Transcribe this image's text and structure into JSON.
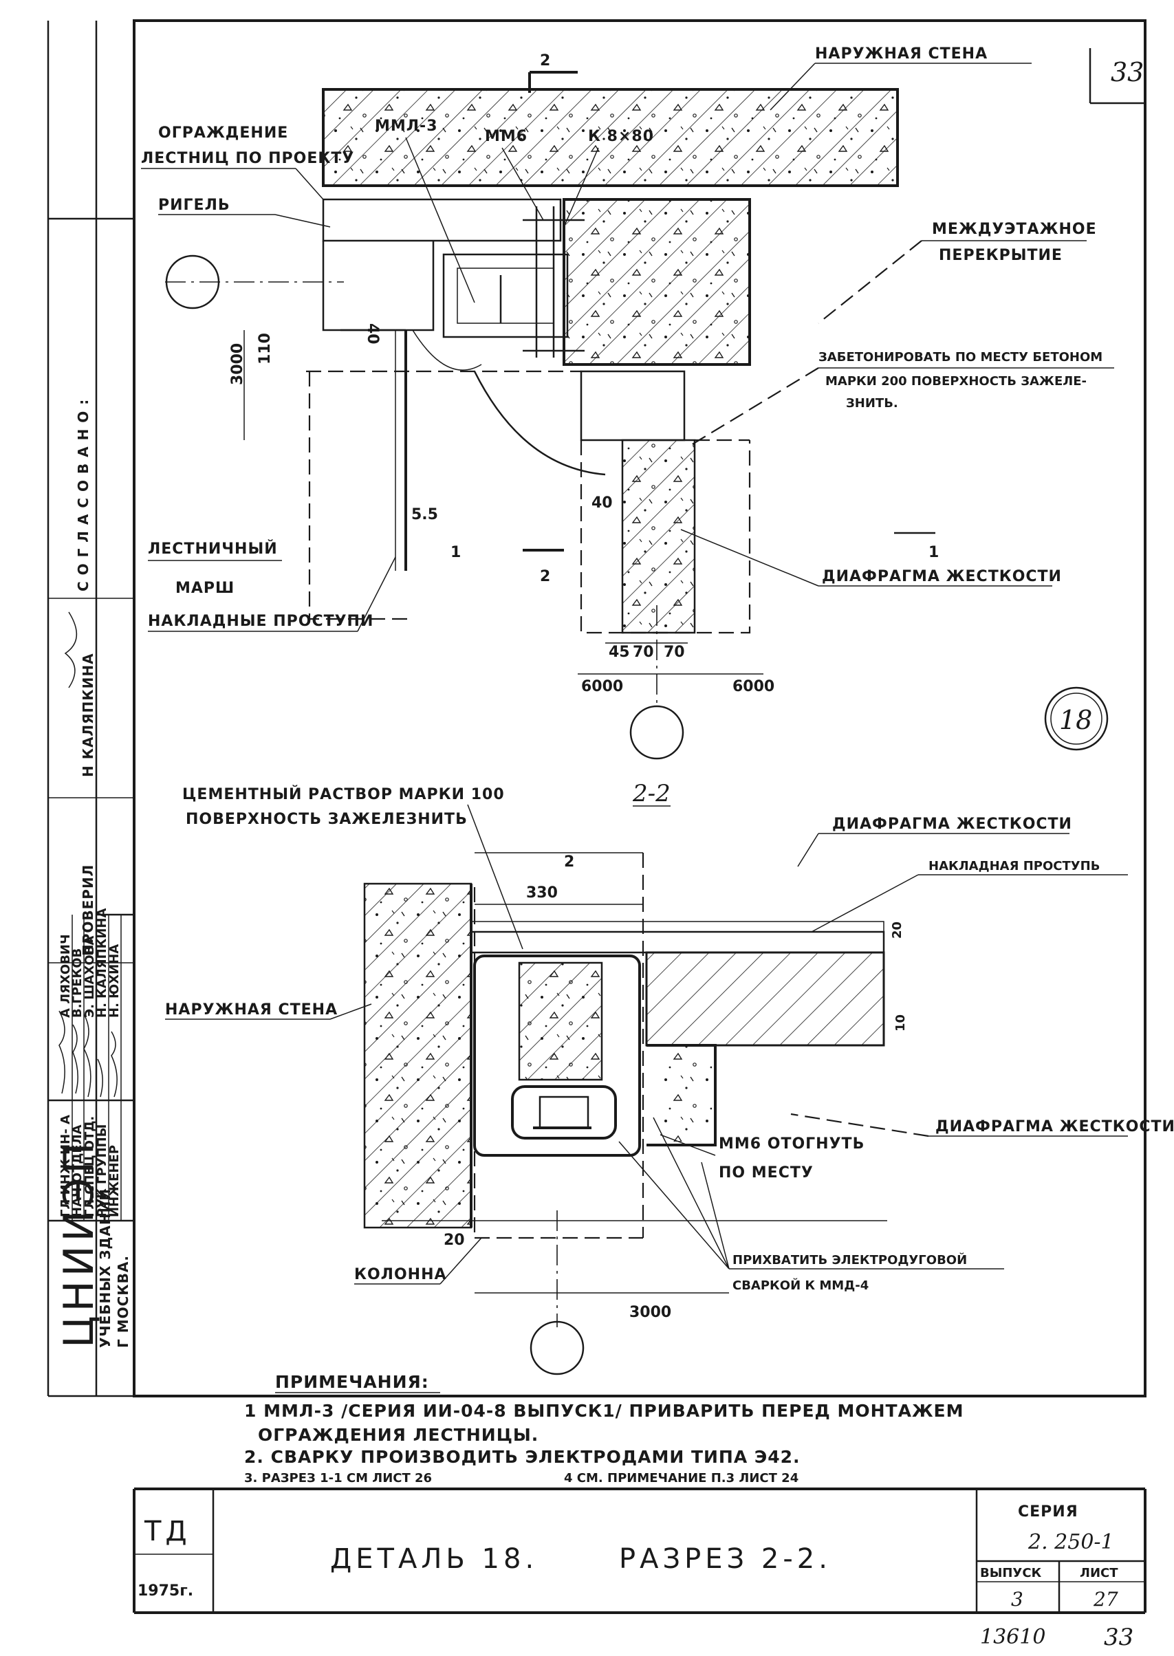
{
  "sheet": {
    "sheet_corner_number": "33",
    "detail_circle": "18",
    "bottom_code": "13610",
    "bottom_sheet": "33"
  },
  "top_detail": {
    "cut_mark": "2",
    "cut_mark_bottom": "2",
    "labels": {
      "outer_wall": "НАРУЖНАЯ СТЕНА",
      "railing_1": "ОГРАЖДЕНИЕ",
      "railing_2": "ЛЕСТНИЦ ПО ПРОЕКТУ",
      "mml3": "ММЛ-3",
      "mm6": "ММ6",
      "k8x80": "К 8×80",
      "rigel": "РИГЕЛЬ",
      "floor_1": "МЕЖДУЭТАЖНОЕ",
      "floor_2": "ПЕРЕКРЫТИЕ",
      "concrete_1": "ЗАБЕТОНИРОВАТЬ ПО МЕСТУ БЕТОНОМ",
      "concrete_2": "МАРКИ 200 ПОВЕРХНОСТЬ ЗАЖЕЛЕ-",
      "concrete_3": "ЗНИТЬ.",
      "stair_1": "ЛЕСТНИЧНЫЙ",
      "stair_2": "МАРШ",
      "treads": "НАКЛАДНЫЕ ПРОСТУПИ",
      "diaphragm": "ДИАФРАГМА ЖЕСТКОСТИ"
    },
    "dims": {
      "d40a": "40",
      "d3000": "3000",
      "d110": "110",
      "d5_5": "5.5",
      "d40b": "40",
      "d45": "45",
      "d70a": "70",
      "d70b": "70",
      "d6000a": "6000",
      "d6000b": "6000",
      "cut_1": "1",
      "cut_1b": "1"
    }
  },
  "section": {
    "title": "2-2",
    "labels": {
      "mortar_1": "ЦЕМЕНТНЫЙ РАСТВОР МАРКИ 100",
      "mortar_2": "ПОВЕРХНОСТЬ ЗАЖЕЛЕЗНИТЬ",
      "diaphragm_top": "ДИАФРАГМА ЖЕСТКОСТИ",
      "tread": "НАКЛАДНАЯ ПРОСТУПЬ",
      "outer_wall": "НАРУЖНАЯ СТЕНА",
      "diaphragm_right": "ДИАФРАГМА ЖЕСТКОСТИ",
      "mm6_1": "ММ6 ОТОГНУТЬ",
      "mm6_2": "ПО МЕСТУ",
      "column": "КОЛОННА",
      "weld_1": "ПРИХВАТИТЬ ЭЛЕКТРОДУГОВОЙ",
      "weld_2": "СВАРКОЙ К ММД-4"
    },
    "dims": {
      "d330": "330",
      "d20top": "20",
      "d10": "10",
      "d20bot": "20",
      "d3000": "3000"
    }
  },
  "notes": {
    "heading": "ПРИМЕЧАНИЯ:",
    "n1a": "1 ММЛ-3 /СЕРИЯ ИИ-04-8 ВЫПУСК1/ ПРИВАРИТЬ ПЕРЕД МОНТАЖЕМ",
    "n1b": "ОГРАЖДЕНИЯ ЛЕСТНИЦЫ.",
    "n2": "2. СВАРКУ ПРОИЗВОДИТЬ ЭЛЕКТРОДАМИ ТИПА Э42.",
    "n3": "3. РАЗРЕЗ 1-1 СМ ЛИСТ 26",
    "n4": "4 СМ. ПРИМЕЧАНИЕ П.3 ЛИСТ 24"
  },
  "title_block": {
    "td": "ТД",
    "year": "1975г.",
    "title_left": "ДЕТАЛЬ 18.",
    "title_right": "РАЗРЕЗ 2-2.",
    "series_label": "СЕРИЯ",
    "series_value": "2. 250-1",
    "issue_label": "ВЫПУСК",
    "issue_value": "3",
    "sheet_label": "ЛИСТ",
    "sheet_value": "27"
  },
  "sidebar": {
    "org_big": "ЦНИИЭП",
    "org_sub1": "УЧЕБНЫХ ЗДАНИЙ",
    "org_sub2": "Г МОСКВА.",
    "approved": "С О Г Л А С О В А Н О :",
    "checked": "ПРОВЕРИЛ",
    "checked_name": "Н КАЛЯПКИНА",
    "roles": [
      "ГЛ ИНЖ ИН- А",
      "НАЧ ОТДЕЛА",
      "ГЛ.СПЕЦ ОТД.",
      "РУК ГРУППЫ",
      "ИНЖЕНЕР"
    ],
    "names": [
      "А ЛЯХОВИЧ",
      "В.ГРЕКОВ",
      "Э. ШАХОВА",
      "Н. КАЛЯПКИНА",
      "Н. ЮХИНА"
    ]
  }
}
